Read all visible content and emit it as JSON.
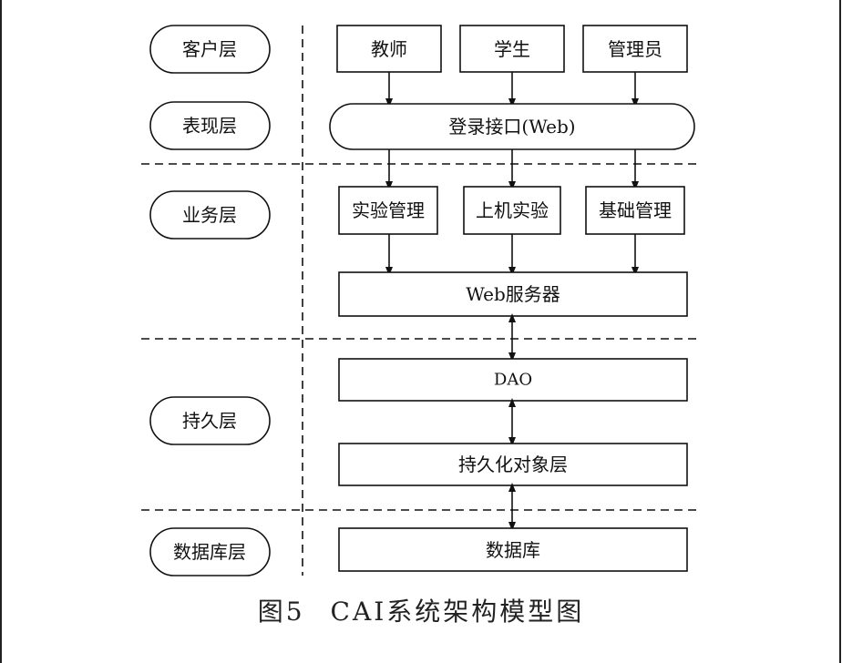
{
  "layers": {
    "client": "客户层",
    "presentation": "表现层",
    "business": "业务层",
    "persistence": "持久层",
    "database": "数据库层"
  },
  "clients": {
    "teacher": "教师",
    "student": "学生",
    "admin": "管理员"
  },
  "login": "登录接口(Web)",
  "modules": {
    "experiment_management": "实验管理",
    "computer_experiment": "上机实验",
    "basic_management": "基础管理"
  },
  "web_server": "Web服务器",
  "dao": "DAO",
  "persistent_objects": "持久化对象层",
  "database": "数据库",
  "caption": {
    "number": "图5",
    "title": "CAI系统架构模型图"
  }
}
